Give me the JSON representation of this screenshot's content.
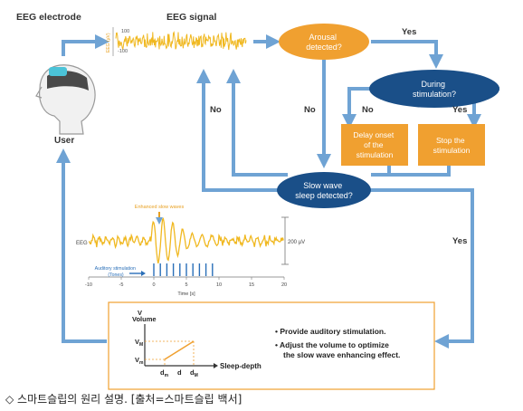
{
  "labels": {
    "eeg_electrode": "EEG electrode",
    "eeg_signal": "EEG signal",
    "user": "User",
    "yes_top": "Yes",
    "no_left": "No",
    "no_mid": "No",
    "no_small": "No",
    "yes_small": "Yes",
    "yes_right": "Yes"
  },
  "mini_axis": {
    "ylabel": "EEG (µV)",
    "tick_top": "100",
    "tick_bottom": "-100"
  },
  "nodes": {
    "arousal": [
      "Arousal",
      "detected?"
    ],
    "during": [
      "During",
      "stimulation?"
    ],
    "delay": [
      "Delay onset",
      "of the",
      "stimulation"
    ],
    "stop": [
      "Stop the",
      "stimulation"
    ],
    "slow": [
      "Slow wave",
      "sleep detected?"
    ]
  },
  "colors": {
    "arrow": "#6fa3d4",
    "orange": "#f0a030",
    "navy": "#1a4f88",
    "wave": "#f0b820",
    "stim_blue": "#2a6fb8"
  },
  "chart_data": {
    "type": "line",
    "title": "",
    "annotation": "Enhanced slow waves",
    "series_label": "EEG",
    "stim_label": [
      "Auditory stimulation",
      "(Tones)"
    ],
    "scale_label": "200 µV",
    "xlabel": "Time [s]",
    "xlim": [
      -10,
      20
    ],
    "x_ticks": [
      -10,
      -5,
      0,
      5,
      10,
      15,
      20
    ],
    "stim_times": [
      0,
      1,
      2,
      3,
      4,
      5,
      6,
      7,
      8,
      9
    ]
  },
  "volume_panel": {
    "v_label": "V",
    "volume_label": "Volume",
    "vm_top": "V",
    "vm_top_sub": "M",
    "vm_bottom": "V",
    "vm_bottom_sub": "m",
    "dm": "d",
    "dm_sub": "m",
    "d": "d",
    "dM": "d",
    "dM_sub": "M",
    "x_axis_label": "Sleep-depth",
    "bullets": [
      [
        "• Provide auditory stimulation."
      ],
      [
        "• Adjust the volume to optimize",
        "the slow wave enhancing effect."
      ]
    ]
  },
  "caption": "◇ 스마트슬립의 원리 설명. [출처=스마트슬립 백서]"
}
